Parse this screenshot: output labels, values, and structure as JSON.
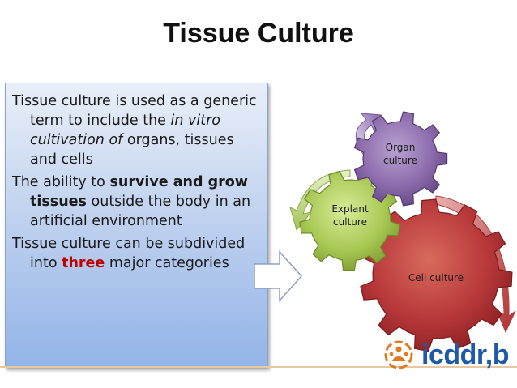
{
  "slide": {
    "title": "Tissue Culture",
    "paragraphs": [
      {
        "runs": [
          {
            "text": "Tissue culture is used as a generic term to include the ",
            "style": "normal"
          },
          {
            "text": "in vitro cultivation of",
            "style": "italic"
          },
          {
            "text": " organs, tissues and cells",
            "style": "normal"
          }
        ]
      },
      {
        "runs": [
          {
            "text": "The ability to ",
            "style": "normal"
          },
          {
            "text": "survive and grow tissues",
            "style": "bold"
          },
          {
            "text": " outside the body in an artificial environment",
            "style": "normal"
          }
        ]
      },
      {
        "runs": [
          {
            "text": "Tissue culture can be subdivided into ",
            "style": "normal"
          },
          {
            "text": "three",
            "style": "red"
          },
          {
            "text": " major categories",
            "style": "normal"
          }
        ]
      }
    ]
  },
  "diagram": {
    "gears": [
      {
        "id": "cell",
        "label_lines": [
          "Cell culture"
        ],
        "color": "#a4282c"
      },
      {
        "id": "explant",
        "label_lines": [
          "Explant",
          "culture"
        ],
        "color": "#8db03c"
      },
      {
        "id": "organ",
        "label_lines": [
          "Organ",
          "culture"
        ],
        "color": "#7a5a98"
      }
    ],
    "arrow_color": "#ffffff",
    "arrow_border": "#8aa0c0"
  },
  "logo": {
    "text": "icddr,b",
    "color": "#1e5aa8",
    "emblem_color": "#e07a20",
    "icon": "people-circle-emblem"
  }
}
